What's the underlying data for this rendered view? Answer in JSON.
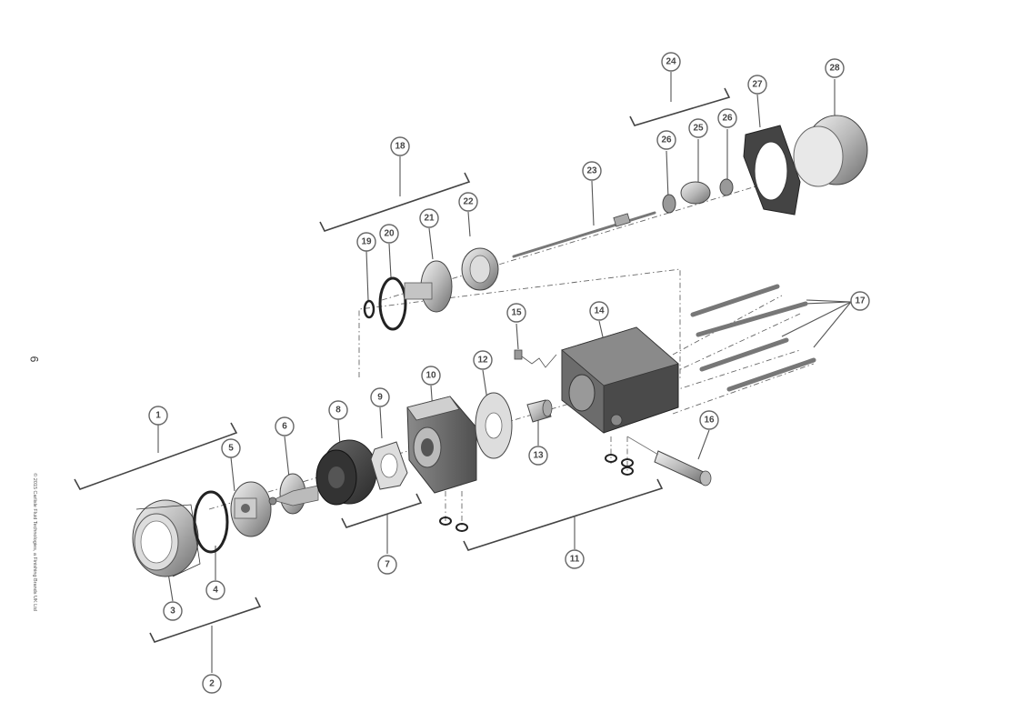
{
  "page": {
    "number": "6",
    "copyright": "© 2015 Carlisle Fluid Technologies, a Finishing Brands UK Ltd"
  },
  "diagram": {
    "type": "exploded-parts-view",
    "callouts": [
      "1",
      "2",
      "3",
      "4",
      "5",
      "6",
      "7",
      "8",
      "9",
      "10",
      "11",
      "12",
      "13",
      "14",
      "15",
      "16",
      "17",
      "18",
      "19",
      "20",
      "21",
      "22",
      "23",
      "24",
      "25",
      "26",
      "26",
      "27",
      "28"
    ]
  }
}
